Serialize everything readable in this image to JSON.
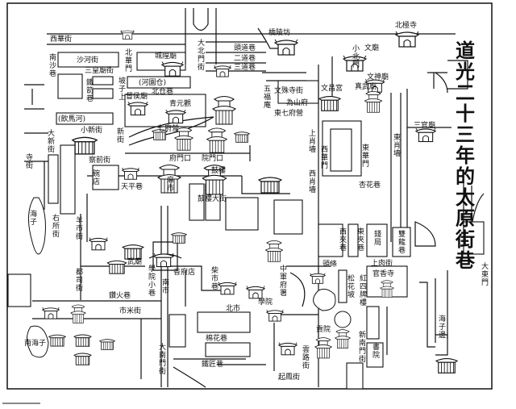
{
  "map": {
    "title": "道光二十三年的太原街巷",
    "labels": {
      "xihua_jie": "西華街",
      "shahe_jie": "沙河街",
      "nansha_xiang": "南沙巷",
      "chenghuang_miao": "城隍廟",
      "beihua_men": "北華門",
      "dabeimen_jie": "大北門街",
      "toudao_xiang": "頭道巷",
      "erdao_xiang": "二道巷",
      "sandao_xiang": "三道巷",
      "sanhuangmiao_jie": "三皇廟街",
      "tiejian_xiang": "鐵箭巷",
      "pozi_shang": "坡子上",
      "heyuan_cang": "(河園仓)",
      "beicang_xiang": "北仓巷",
      "duhou_miao": "督侯廟",
      "qingyuan_guan": "青元觀",
      "qifu_ying": "七府營",
      "yinma_he": "(飲馬河)",
      "xiaoxin_jie": "小新街",
      "xin_jie": "新街",
      "daxin_jie": "大新街",
      "chaqian_jie": "察前街",
      "fu_menkou": "府門口",
      "yuan_menkou": "院門口",
      "gu_lou": "鼓樓",
      "wan_dian": "碗店",
      "tianping_xiang": "天平巷",
      "ma_shi": "麻市",
      "gulou_dajie": "鼓樓大街",
      "qiaoling_fang": "橋陵坊",
      "xiaobei_men": "小北門",
      "wen_miao": "文廟",
      "beiji_si": "北極寺",
      "wenchang_gong": "文昌宮",
      "wenshusi_jie": "文殊寺街",
      "weishan_fu": "為山府",
      "wufu_an": "五福庵",
      "dongqifu_ying": "東七府營",
      "wenshen_miao": "文神廟",
      "zhenwu_miao": "真武廟",
      "sanguan_miao": "三官廟",
      "xihua_men": "西華門",
      "donghua_men": "東華門",
      "xinghua_xiang": "杏花巷",
      "dongxiao_qiang": "東肖墻",
      "xixiao_qiang": "西肖墻",
      "shangxiao_qiang": "上肖墻",
      "yousuo_jie": "右所街",
      "yangshi_jie": "羊市街",
      "si_jie": "寺街",
      "dusi_jie": "都司街",
      "wu_miao": "武廟",
      "xueyuan_xiaoxiang": "學院小巷",
      "zuanhuo_xiang": "鑽火巷",
      "shimi_jie": "市米街",
      "hai_zi": "海子",
      "nanhai_zi": "南海子",
      "xiangfu_dian": "香府店",
      "nan_shi": "南市",
      "chaishi_xiang": "柴市巷",
      "bei_shi": "北市",
      "mianhua_xiang": "棉花巷",
      "dananmen_jie": "大南門街",
      "tiejiang_xiang": "鐵匠巷",
      "xijia_xiang": "西夾巷",
      "dongjia_xiang": "東夾巷",
      "qian_ju": "錢局",
      "shuanglong_xiang": "雙龍巷",
      "tou_tiao": "頭條",
      "shangrou_jie": "上肉街",
      "guanxiang_si": "官香寺",
      "songhua_po": "松花坡",
      "hongsi_pailou": "紅四牌樓",
      "haizi_bian": "海子邊",
      "shu_yuan": "書院",
      "xinnanmen_jie": "新南門街",
      "yunlu_jie": "雲路街",
      "qifeng_jie": "起鳳街",
      "zhongjun_fushu": "中軍府署",
      "xueyuan": "學院",
      "gong_yuan": "貢院",
      "dongmen": "大東門"
    }
  }
}
